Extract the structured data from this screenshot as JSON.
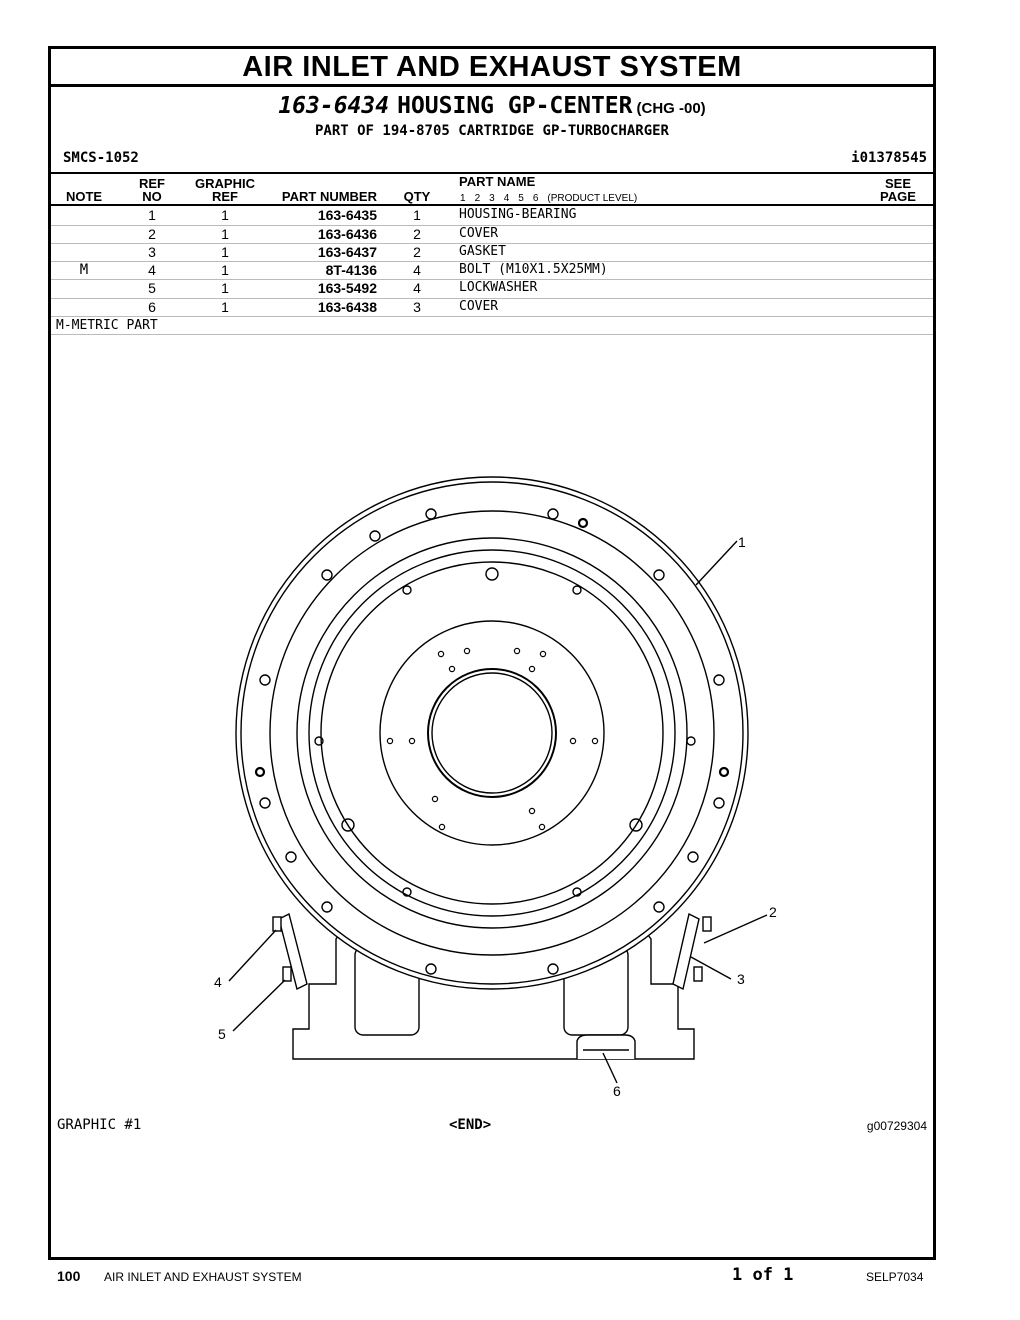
{
  "header": {
    "title": "AIR INLET AND EXHAUST SYSTEM",
    "part_number": "163-6434",
    "part_name": "HOUSING GP-CENTER",
    "change": "(CHG -00)",
    "part_of": "PART OF 194-8705 CARTRIDGE GP-TURBOCHARGER",
    "smcs": "SMCS-1052",
    "illustration_id": "i01378545"
  },
  "columns": {
    "note": "NOTE",
    "ref_no_1": "REF",
    "ref_no_2": "NO",
    "graphic_ref_1": "GRAPHIC",
    "graphic_ref_2": "REF",
    "part_number": "PART NUMBER",
    "qty": "QTY",
    "part_name": "PART NAME",
    "product_levels": [
      "1",
      "2",
      "3",
      "4",
      "5",
      "6"
    ],
    "product_level_label": "(PRODUCT LEVEL)",
    "see_page_1": "SEE",
    "see_page_2": "PAGE"
  },
  "rows": [
    {
      "note": "",
      "ref": "1",
      "graphic_ref": "1",
      "part_number": "163-6435",
      "qty": "1",
      "name": "HOUSING-BEARING"
    },
    {
      "note": "",
      "ref": "2",
      "graphic_ref": "1",
      "part_number": "163-6436",
      "qty": "2",
      "name": "COVER"
    },
    {
      "note": "",
      "ref": "3",
      "graphic_ref": "1",
      "part_number": "163-6437",
      "qty": "2",
      "name": "GASKET"
    },
    {
      "note": "M",
      "ref": "4",
      "graphic_ref": "1",
      "part_number": "8T-4136",
      "qty": "4",
      "name": "BOLT (M10X1.5X25MM)"
    },
    {
      "note": "",
      "ref": "5",
      "graphic_ref": "1",
      "part_number": "163-5492",
      "qty": "4",
      "name": "LOCKWASHER"
    },
    {
      "note": "",
      "ref": "6",
      "graphic_ref": "1",
      "part_number": "163-6438",
      "qty": "3",
      "name": "COVER"
    }
  ],
  "footnote": "M-METRIC PART",
  "graphic": {
    "label": "GRAPHIC #1",
    "end": "<END>",
    "graphic_id": "g00729304",
    "callouts": [
      "1",
      "2",
      "3",
      "4",
      "5",
      "6"
    ]
  },
  "footer": {
    "page": "100",
    "section": "AIR INLET AND EXHAUST SYSTEM",
    "page_of": "1 of 1",
    "doc": "SELP7034"
  }
}
